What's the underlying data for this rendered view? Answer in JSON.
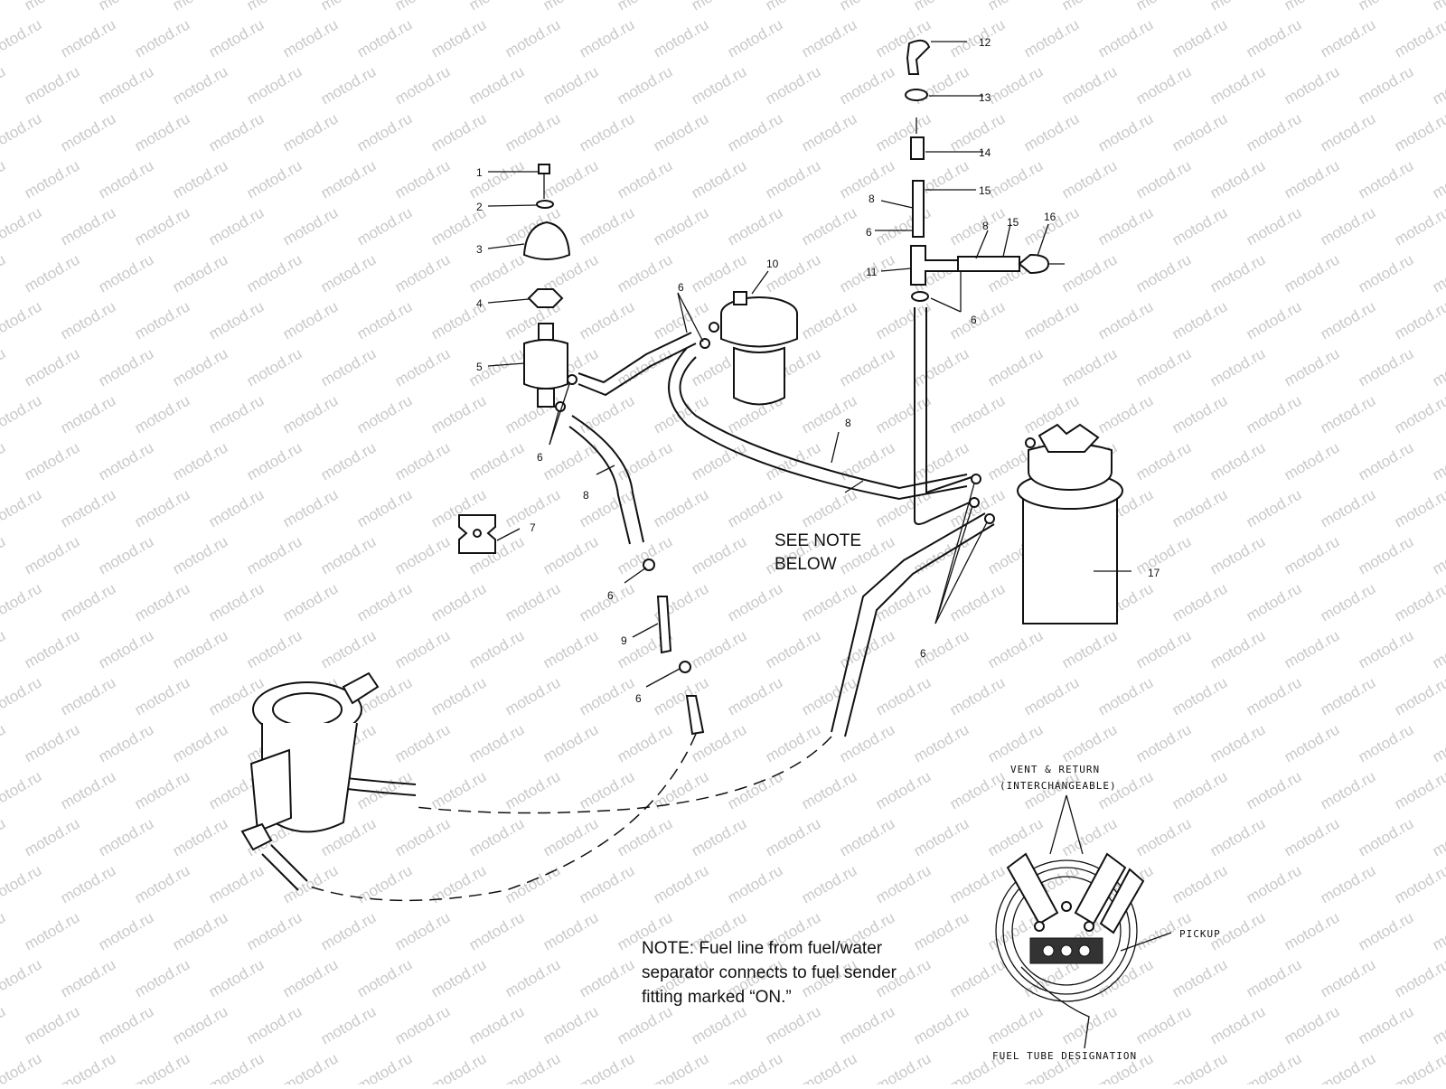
{
  "watermark": "motod.ru",
  "callouts": {
    "n1": "1",
    "n2": "2",
    "n3": "3",
    "n4": "4",
    "n5": "5",
    "n6": "6",
    "n7": "7",
    "n8": "8",
    "n9": "9",
    "n10": "10",
    "n11": "11",
    "n12": "12",
    "n13": "13",
    "n14": "14",
    "n15": "15",
    "n16": "16",
    "n17": "17"
  },
  "see_note": {
    "line1": "SEE NOTE",
    "line2": "BELOW"
  },
  "note": {
    "line1": "NOTE:  Fuel line from fuel/water",
    "line2": "separator connects to fuel sender",
    "line3": "fitting marked “ON.”"
  },
  "inset": {
    "vent_line1": "VENT & RETURN",
    "vent_line2": "(INTERCHANGEABLE)",
    "pickup": "PICKUP",
    "designation": "FUEL TUBE DESIGNATION"
  }
}
